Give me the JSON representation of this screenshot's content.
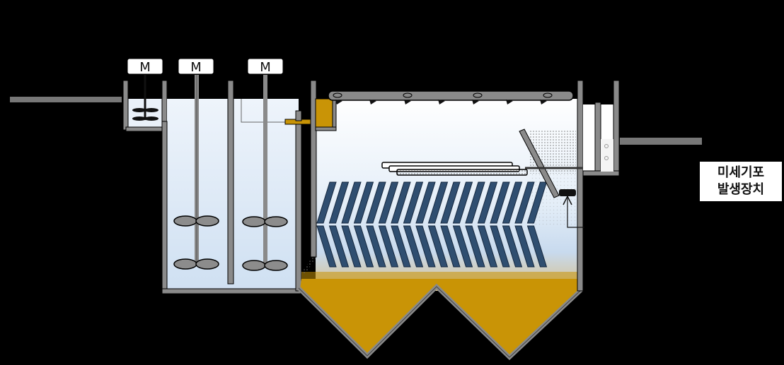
{
  "motors": [
    {
      "label": "M"
    },
    {
      "label": "M"
    },
    {
      "label": "M"
    }
  ],
  "device_label": {
    "line1": "미세기포",
    "line2": "발생장치"
  },
  "colors": {
    "background": "#000000",
    "water": "#dde9f6",
    "water_deep": "#c5d8ee",
    "sludge": "#c99406",
    "wall": "#8a8a8a",
    "pipe": "#777777",
    "plate": "#2f4e70",
    "plate_edge": "#16283f",
    "impeller": "#8c8c8c"
  }
}
